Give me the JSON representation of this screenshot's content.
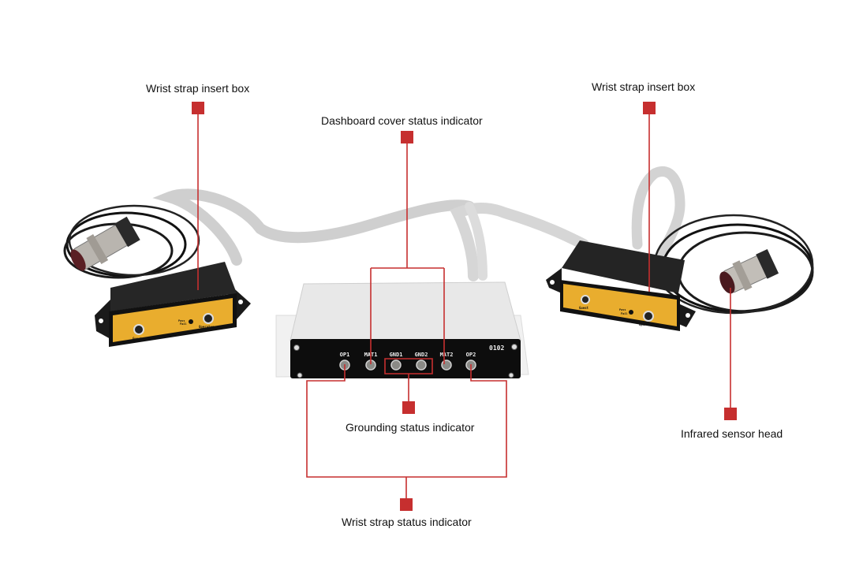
{
  "title": "ESD wrist strap monitor system components",
  "colors": {
    "callout_red": "#c62f2f",
    "box_body": "#1c1c1c",
    "box_faceplate": "#e9ad2e",
    "controller_top": "#e6e6e6",
    "controller_panel": "#0d0d0d",
    "ribbon_cable": "#d9d9d9",
    "sensor_cable": "#111111",
    "sensor_metal": "#b8b4ae",
    "sensor_lens": "#5a1f24"
  },
  "callouts": {
    "left_insert_box": "Wrist strap insert box",
    "right_insert_box": "Wrist strap insert box",
    "dashboard_cover": "Dashboard cover status indicator",
    "grounding": "Grounding status indicator",
    "infrared_sensor": "Infrared sensor head",
    "wrist_strap_status": "Wrist strap status indicator"
  },
  "controller": {
    "model": "0102",
    "ports": [
      "OP1",
      "MAT1",
      "GND1",
      "GND2",
      "MAT2",
      "OP2"
    ]
  },
  "insert_box": {
    "jack_left_label": "Guest",
    "led_label_line1": "Pass",
    "led_label_line2": "Fail",
    "jack_right_label": "Operator"
  }
}
